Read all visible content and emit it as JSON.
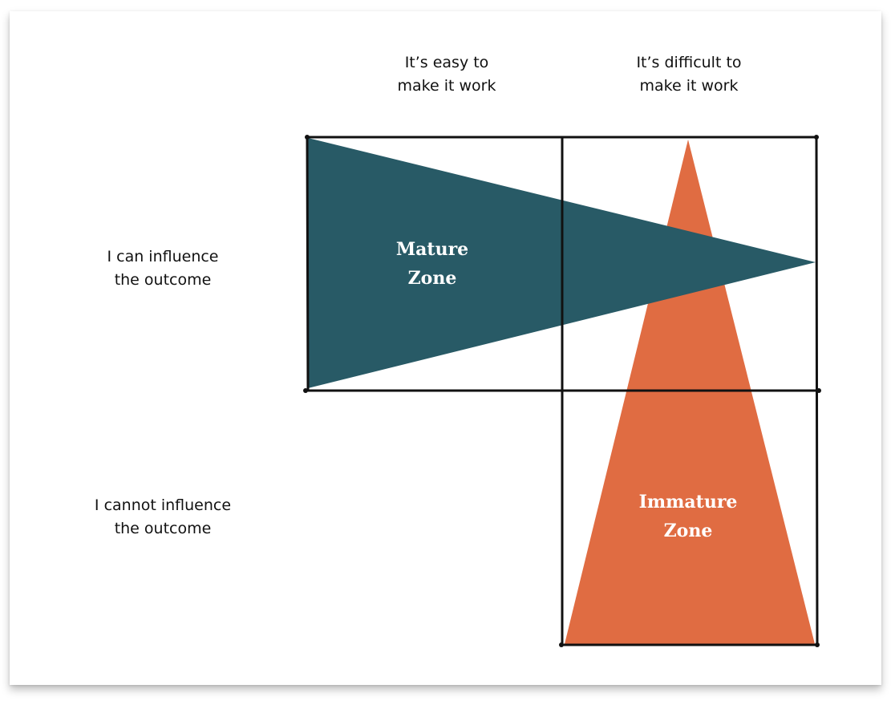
{
  "columns": [
    {
      "line1": "It’s easy to",
      "line2": "make it work"
    },
    {
      "line1": "It’s difficult to",
      "line2": "make it work"
    }
  ],
  "rows": [
    {
      "line1": "I can influence",
      "line2": "the outcome"
    },
    {
      "line1": "I cannot influence",
      "line2": "the outcome"
    }
  ],
  "zones": {
    "mature": {
      "line1": "Mature",
      "line2": "Zone"
    },
    "immature": {
      "line1": "Immature",
      "line2": "Zone"
    }
  },
  "colors": {
    "mature": "#285a66",
    "immature": "#e06c42",
    "grid": "#111111",
    "background": "#ffffff"
  }
}
